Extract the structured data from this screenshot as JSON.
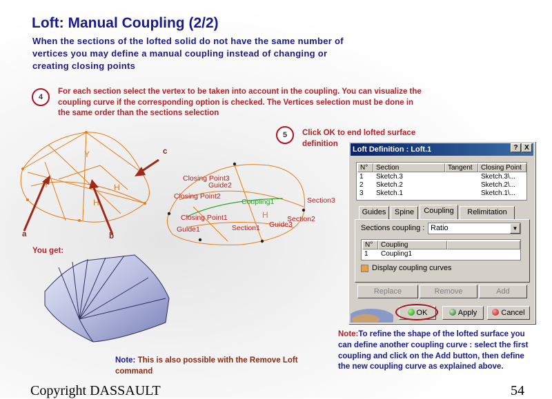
{
  "slide": {
    "title": "Loft: Manual Coupling (2/2)",
    "subtitle": "When the sections of the lofted solid do not have the same number of vertices you may define a manual coupling instead of changing or creating closing points",
    "step4": {
      "num": "4",
      "text": "For each section select the vertex to be taken into account in the coupling. You can visualize the coupling curve if the corresponding option is checked. The Vertices selection must be done in the same order than the sections selection"
    },
    "step5": {
      "num": "5",
      "text": "Click OK to end lofted surface definition"
    },
    "you_get": "You get:",
    "note1": {
      "keyword": "Note:",
      "text": " This is also possible with the Remove Loft command"
    },
    "note2": {
      "keyword": "Note:",
      "text": "To refine the shape of the lofted surface you can define another coupling curve : select the first coupling and click on the Add button, then define the new coupling curve as explained above."
    },
    "copyright": "Copyright DASSAULT",
    "page_number": "54"
  },
  "sketch1": {
    "label_a": "a",
    "label_b": "b",
    "label_c": "c",
    "h1": "H",
    "h2": "H",
    "y1": "Y",
    "y2": "Y"
  },
  "sketch2": {
    "closing_point3": "Closing Point3",
    "guide2": "Guide2",
    "closing_point2": "Closing Point2",
    "coupling1": "Coupling1",
    "section3": "Section3",
    "closing_point1": "Closing Point1",
    "section2": "Section2",
    "guide3": "Guide3",
    "guide1": "Guide1",
    "section1": "Section1",
    "h": "H"
  },
  "dialog": {
    "title": "Loft Definition : Loft.1",
    "help": "?",
    "close": "X",
    "sections_headers": [
      "N°",
      "Section",
      "Tangent",
      "Closing Point"
    ],
    "sections_rows": [
      {
        "n": "1",
        "section": "Sketch.3",
        "tangent": "",
        "closing": "Sketch.3\\..."
      },
      {
        "n": "2",
        "section": "Sketch.2",
        "tangent": "",
        "closing": "Sketch.2\\..."
      },
      {
        "n": "3",
        "section": "Sketch.1",
        "tangent": "",
        "closing": "Sketch.1\\..."
      }
    ],
    "tabs": [
      "Guides",
      "Spine",
      "Coupling",
      "Relimitation"
    ],
    "active_tab": "Coupling",
    "sections_coupling_label": "Sections coupling :",
    "sections_coupling_value": "Ratio",
    "coupling_headers": [
      "N°",
      "Coupling"
    ],
    "coupling_rows": [
      {
        "n": "1",
        "coupling": "Coupling1"
      }
    ],
    "display_curves_label": "Display coupling curves",
    "replace": "Replace",
    "remove": "Remove",
    "add": "Add",
    "ok": "OK",
    "apply": "Apply",
    "cancel": "Cancel"
  },
  "colors": {
    "title": "#1a1a8c",
    "red_text": "#b0242a",
    "sketch_orange": "#e87a10",
    "surface": "#b8bde0"
  }
}
